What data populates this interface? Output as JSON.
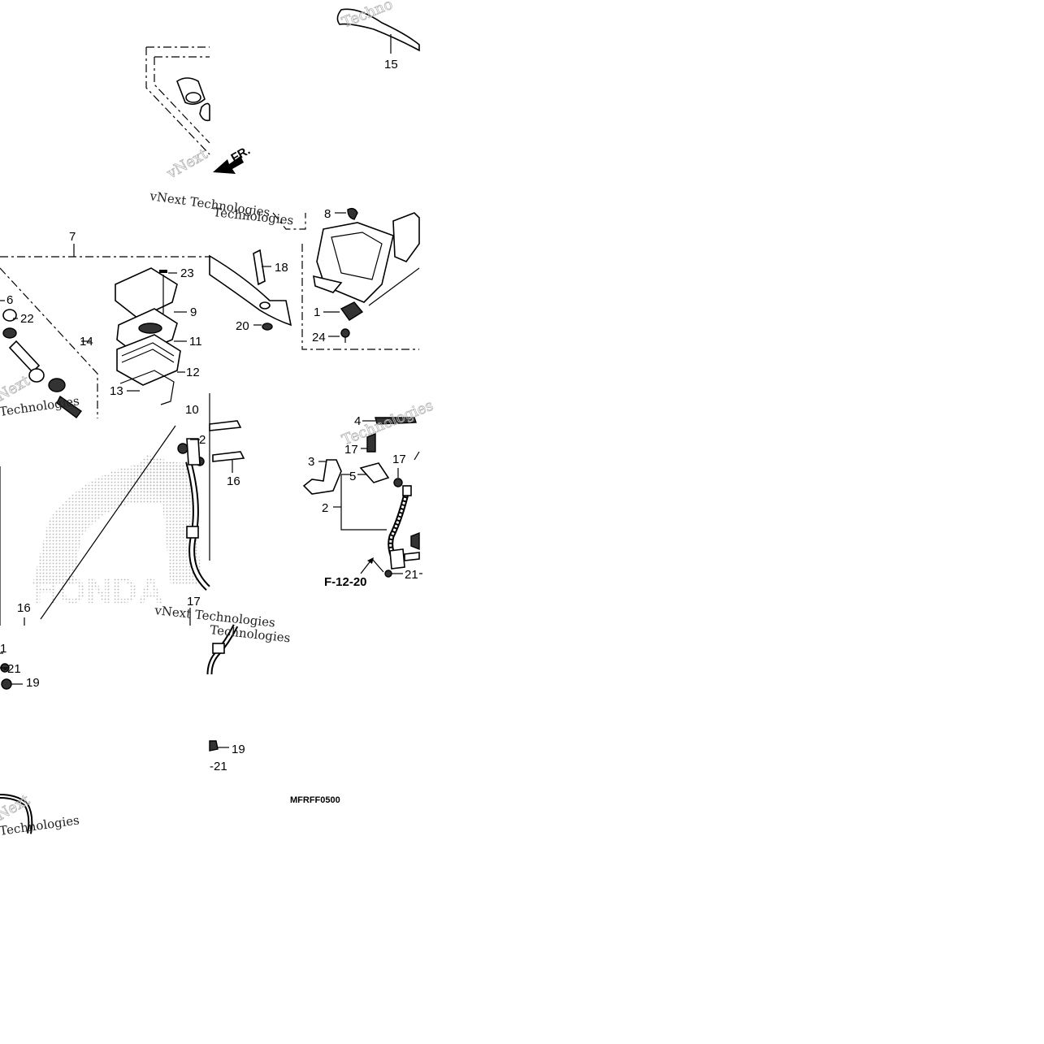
{
  "labels": {
    "l1": "1",
    "l2": "2",
    "l3": "3",
    "l4": "4",
    "l5": "5",
    "l6": "6",
    "l7": "7",
    "l8": "8",
    "l9": "9",
    "l10": "10",
    "l11": "11",
    "l12": "12",
    "l13": "13",
    "l14": "14",
    "l15": "15",
    "l16": "16",
    "l17": "17",
    "l18": "18",
    "l19": "19",
    "l20": "20",
    "l21": "21",
    "l22": "22",
    "l23": "23",
    "l24": "24",
    "ref_f1220": "F-12-20",
    "fr_arrow": "FR.",
    "left_partial_1": "1",
    "left_minus21": "-21",
    "left_19": "19",
    "bottom_minus21": "-21",
    "bottom_19": "19",
    "left_16": "16",
    "mid_17": "17",
    "mid_2": "2",
    "mid_16": "16"
  },
  "diagram_code": "MFRFF0500",
  "watermarks": {
    "w1": "vNext Technologies",
    "w2": "Technologies",
    "w3": "Next",
    "w4": "vNext Technologies",
    "w5": "Technologies",
    "w6": "vNext",
    "w7": "Technologies",
    "w8": "Techno"
  },
  "logo_text": "HONDA"
}
